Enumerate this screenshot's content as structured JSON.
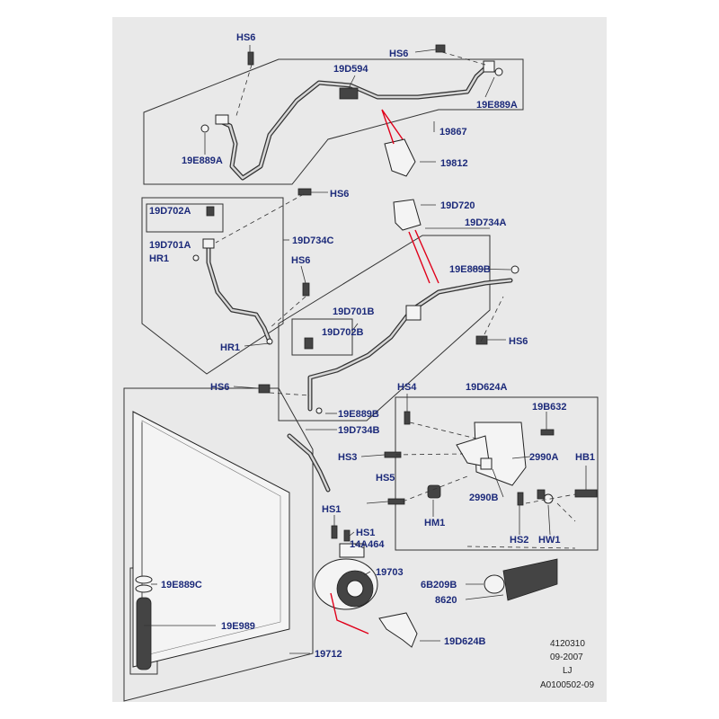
{
  "labels": {
    "hs6": "HS6",
    "l19d594": "19D594",
    "l19e889a": "19E889A",
    "l19867": "19867",
    "l19812": "19812",
    "l19d720": "19D720",
    "l19d702a": "19D702A",
    "l19d734a": "19D734A",
    "l19d734c": "19D734C",
    "l19d701a": "19D701A",
    "hr1": "HR1",
    "l19e889b": "19E889B",
    "l19d701b": "19D701B",
    "l19d702b": "19D702B",
    "hs4": "HS4",
    "l19d624a": "19D624A",
    "l19b632": "19B632",
    "l19d734b": "19D734B",
    "hs3": "HS3",
    "l2990a": "2990A",
    "hb1": "HB1",
    "hs5": "HS5",
    "l2990b": "2990B",
    "hs1": "HS1",
    "hm1": "HM1",
    "hs2": "HS2",
    "hw1": "HW1",
    "l14a464": "14A464",
    "l19703": "19703",
    "l6b209b": "6B209B",
    "l19e889c": "19E889C",
    "l8620": "8620",
    "l19e989": "19E989",
    "l19d624b": "19D624B",
    "l19712": "19712"
  },
  "meta": {
    "drawing_number": "4120310",
    "date": "09-2007",
    "initials": "LJ",
    "reference": "A0100502-09"
  },
  "colors": {
    "label_text": "#1c2a7a",
    "sheet_background": "#e9e9e9",
    "highlight_leader": "#e0001a"
  }
}
